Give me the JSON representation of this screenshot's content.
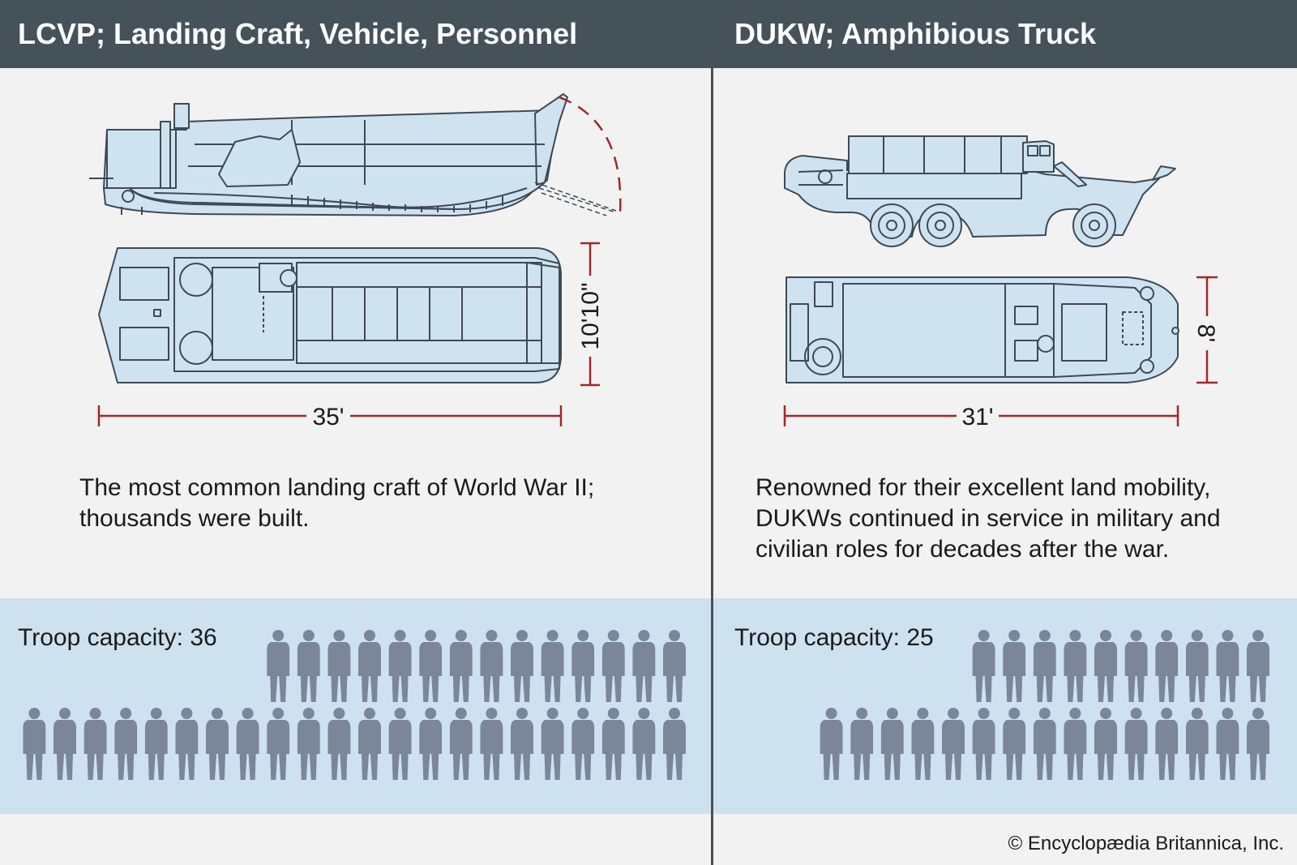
{
  "colors": {
    "header_bg": "#46525a",
    "header_text": "#ffffff",
    "vehicle_fill": "#cfe2f0",
    "vehicle_line": "#3c4a56",
    "dimension_line": "#a3262a",
    "troop_band": "#cde1ef",
    "soldier": "#7b8798",
    "background": "#f2f2f2"
  },
  "lcvp": {
    "title": "LCVP; Landing Craft, Vehicle, Personnel",
    "length_label": "35'",
    "beam_label": "10'10\"",
    "description": "The most common landing craft of World War II; thousands were built.",
    "troop_label": "Troop capacity: 36",
    "troop_capacity": 36
  },
  "dukw": {
    "title": "DUKW; Amphibious Truck",
    "length_label": "31'",
    "beam_label": "8'",
    "description": "Renowned for their excellent land mobility, DUKWs continued in service in military and civilian roles for decades after the war.",
    "troop_label": "Troop capacity: 25",
    "troop_capacity": 25
  },
  "copyright": "© Encyclopædia Britannica, Inc.",
  "icons": [
    "soldier-icon",
    "lcvp-side-view",
    "lcvp-top-view",
    "dukw-side-view",
    "dukw-top-view"
  ]
}
